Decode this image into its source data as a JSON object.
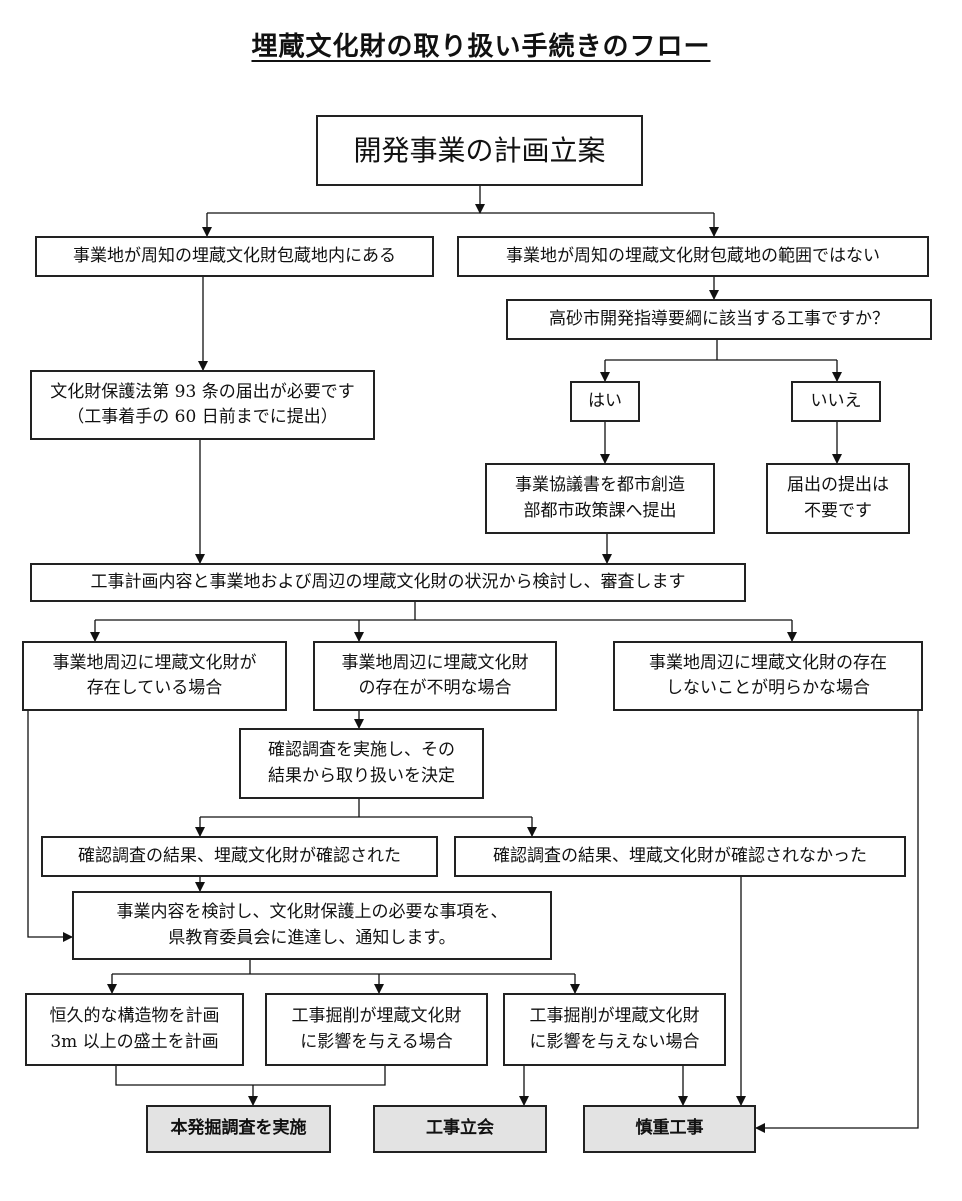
{
  "title": "埋蔵文化財の取り扱い手続きのフロー",
  "nodes": {
    "start": [
      "開発事業の計画立案"
    ],
    "inside_area": [
      "事業地が周知の埋蔵文化財包蔵地内にある"
    ],
    "outside_area": [
      "事業地が周知の埋蔵文化財包蔵地の範囲ではない"
    ],
    "guideline_q": [
      "高砂市開発指導要綱に該当する工事ですか？"
    ],
    "yes": [
      "はい"
    ],
    "no": [
      "いいえ"
    ],
    "notification_required": [
      "文化財保護法第 93 条の届出が必要です",
      "（工事着手の 60 日前までに提出）"
    ],
    "consult_doc": [
      "事業協議書を都市創造",
      "部都市政策課へ提出"
    ],
    "no_notification": [
      "届出の提出は",
      "不要です"
    ],
    "review": [
      "工事計画内容と事業地および周辺の埋蔵文化財の状況から検討し、審査します"
    ],
    "exists": [
      "事業地周辺に埋蔵文化財が",
      "存在している場合"
    ],
    "unknown": [
      "事業地周辺に埋蔵文化財",
      "の存在が不明な場合"
    ],
    "not_exists": [
      "事業地周辺に埋蔵文化財の存在",
      "しないことが明らかな場合"
    ],
    "survey": [
      "確認調査を実施し、その",
      "結果から取り扱いを決定"
    ],
    "found": [
      "確認調査の結果、埋蔵文化財が確認された"
    ],
    "not_found": [
      "確認調査の結果、埋蔵文化財が確認されなかった"
    ],
    "notify": [
      "事業内容を検討し、文化財保護上の必要な事項を、",
      "県教育委員会に進達し、通知します。"
    ],
    "permanent": [
      "恒久的な構造物を計画",
      "3m 以上の盛土を計画"
    ],
    "affects": [
      "工事掘削が埋蔵文化財",
      "に影響を与える場合"
    ],
    "no_effect": [
      "工事掘削が埋蔵文化財",
      "に影響を与えない場合"
    ],
    "excavation": [
      "本発掘調査を実施"
    ],
    "witness": [
      "工事立会"
    ],
    "careful": [
      "慎重工事"
    ]
  }
}
